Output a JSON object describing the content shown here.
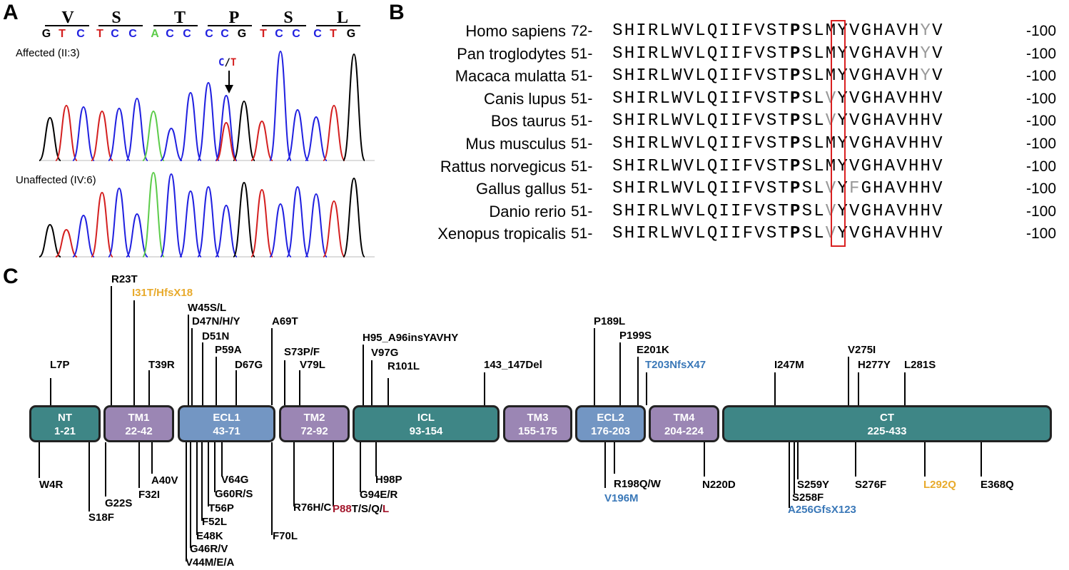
{
  "panel_a": {
    "letter": "A",
    "amino_acids": [
      "V",
      "S",
      "T",
      "P",
      "S",
      "L"
    ],
    "nucleotides": [
      "G",
      "T",
      "C",
      "T",
      "C",
      "C",
      "A",
      "C",
      "C",
      "C",
      "C",
      "G",
      "T",
      "C",
      "C",
      "C",
      "T",
      "G"
    ],
    "nucleotide_colors": {
      "A": "#5ccc4a",
      "C": "#2020e0",
      "G": "#000000",
      "T": "#d42020"
    },
    "trace_affected_label": "Affected (II:3)",
    "trace_unaffected_label": "Unaffected (IV:6)",
    "mutation_ref": "C",
    "mutation_sep": "/",
    "mutation_alt": "T"
  },
  "panel_b": {
    "letter": "B",
    "rows": [
      {
        "species": "Homo sapiens",
        "start": "72-",
        "seq": "SHIRLWVLQIIFVSTPSLMYVGHAVHYV",
        "end": "-100",
        "gray": [
          26
        ]
      },
      {
        "species": "Pan troglodytes",
        "start": "51-",
        "seq": "SHIRLWVLQIIFVSTPSLMYVGHAVHYV",
        "end": "-100",
        "gray": [
          26
        ]
      },
      {
        "species": "Macaca mulatta",
        "start": "51-",
        "seq": "SHIRLWVLQIIFVSTPSLMYVGHAVHYV",
        "end": "-100",
        "gray": [
          26
        ]
      },
      {
        "species": "Canis lupus",
        "start": "51-",
        "seq": "SHIRLWVLQIIFVSTPSLVYVGHAVHHV",
        "end": "-100",
        "gray": [
          18
        ]
      },
      {
        "species": "Bos taurus",
        "start": "51-",
        "seq": "SHIRLWVLQIIFVSTPSLVYVGHAVHHV",
        "end": "-100",
        "gray": [
          18
        ]
      },
      {
        "species": "Mus musculus",
        "start": "51-",
        "seq": "SHIRLWVLQIIFVSTPSLMYVGHAVHHV",
        "end": "-100",
        "gray": []
      },
      {
        "species": "Rattus norvegicus",
        "start": "51-",
        "seq": "SHIRLWVLQIIFVSTPSLMYVGHAVHHV",
        "end": "-100",
        "gray": []
      },
      {
        "species": "Gallus gallus",
        "start": "51-",
        "seq": "SHIRLWVLQIIFVSTPSLVYFGHAVHHV",
        "end": "-100",
        "gray": [
          18,
          20
        ]
      },
      {
        "species": "Danio rerio",
        "start": "51-",
        "seq": "SHIRLWVLQIIFVSTPSLVYVGHAVHHV",
        "end": "-100",
        "gray": [
          18
        ]
      },
      {
        "species": "Xenopus tropicalis",
        "start": "51-",
        "seq": "SHIRLWVLQIIFVSTPSLVYVGHAVHHV",
        "end": "-100",
        "gray": [
          18
        ]
      }
    ],
    "highlight_index": 15,
    "highlight_color": "#d92020"
  },
  "panel_c": {
    "letter": "C",
    "domains": [
      {
        "name": "NT",
        "range": "1-21",
        "kind": "cyt"
      },
      {
        "name": "TM1",
        "range": "22-42",
        "kind": "tm"
      },
      {
        "name": "ECL1",
        "range": "43-71",
        "kind": "ecl"
      },
      {
        "name": "TM2",
        "range": "72-92",
        "kind": "tm"
      },
      {
        "name": "ICL",
        "range": "93-154",
        "kind": "cyt"
      },
      {
        "name": "TM3",
        "range": "155-175",
        "kind": "tm"
      },
      {
        "name": "ECL2",
        "range": "176-203",
        "kind": "ecl"
      },
      {
        "name": "TM4",
        "range": "204-224",
        "kind": "tm"
      },
      {
        "name": "CT",
        "range": "225-433",
        "kind": "cyt"
      }
    ],
    "mutations_above": [
      "L7P",
      "R23T",
      "I31T/HfsX18",
      "T39R",
      "W45S/L",
      "D47N/H/Y",
      "D51N",
      "P59A",
      "D67G",
      "A69T",
      "S73P/F",
      "V79L",
      "H95_A96insYAVHY",
      "V97G",
      "R101L",
      "143_147Del",
      "P189L",
      "P199S",
      "E201K",
      "T203NfsX47",
      "I247M",
      "V275I",
      "H277Y",
      "L281S"
    ],
    "mutations_below": [
      "W4R",
      "S18F",
      "G22S",
      "F32I",
      "A40V",
      "V44M/E/A",
      "G46R/V",
      "E48K",
      "F52L",
      "T56P",
      "G60R/S",
      "V64G",
      "F70L",
      "R76H/C",
      "P88",
      "T/S/Q/",
      "L",
      "G94E/R",
      "H98P",
      "R198Q/W",
      "V196M",
      "N220D",
      "A256GfsX123",
      "S258F",
      "S259Y",
      "S276F",
      "L292Q",
      "E368Q"
    ]
  }
}
